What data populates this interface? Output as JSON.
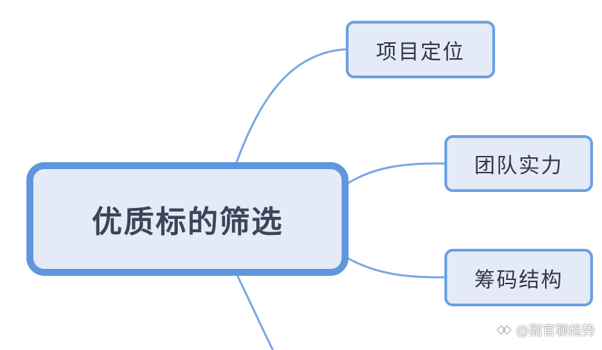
{
  "mindmap": {
    "root": {
      "label": "优质标的筛选"
    },
    "branches": [
      {
        "label": "项目定位"
      },
      {
        "label": "团队实力"
      },
      {
        "label": "筹码结构"
      }
    ]
  },
  "watermark": {
    "text": "@副官聊趋势",
    "icon": "logo-icon"
  },
  "colors": {
    "node_fill": "#e4ebf7",
    "root_border": "#5f96de",
    "child_border": "#6da0e3",
    "connector": "#7aa7e0"
  }
}
